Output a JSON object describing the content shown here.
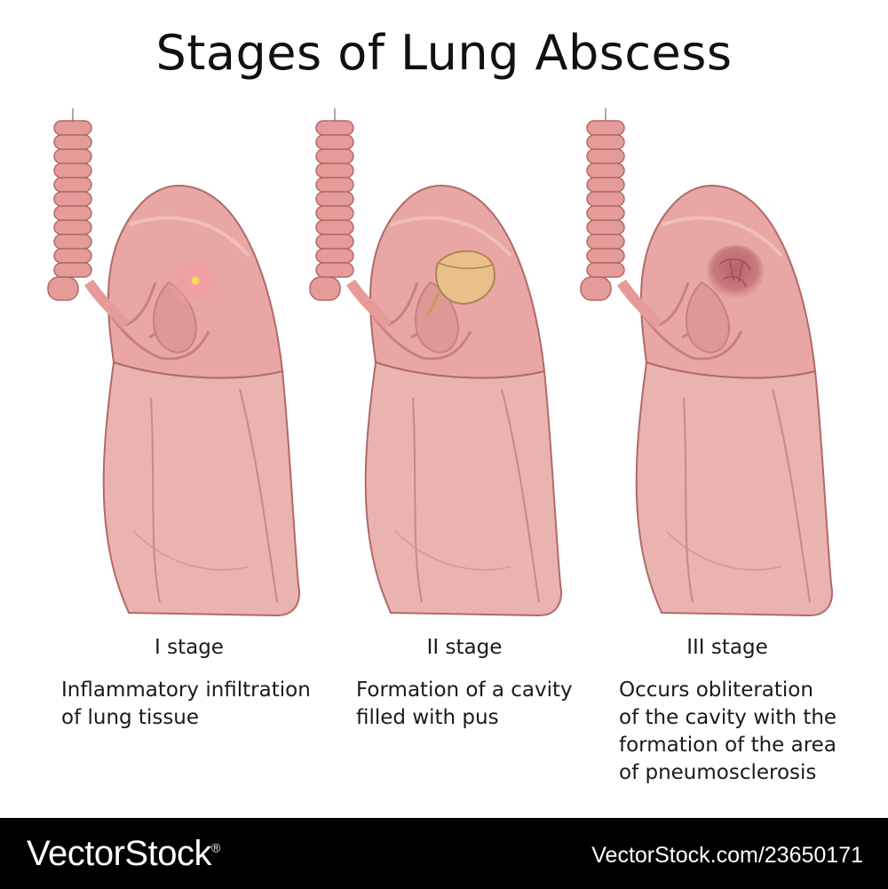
{
  "title": "Stages of Lung Abscess",
  "stages": [
    {
      "label": "I stage",
      "description_lines": [
        "Inflammatory infiltration",
        "of lung tissue"
      ],
      "lesion": "inflammatory-infiltrate"
    },
    {
      "label": "II stage",
      "description_lines": [
        "Formation of a cavity",
        "filled with pus"
      ],
      "lesion": "pus-filled-cavity"
    },
    {
      "label": "III stage",
      "description_lines": [
        "Occurs obliteration",
        "of the cavity with the",
        "formation of the area",
        "of pneumosclerosis"
      ],
      "lesion": "pneumosclerosis-area"
    }
  ],
  "footer": {
    "brand": "VectorStock",
    "brand_mark": "®",
    "image_id": "VectorStock.com/23650171"
  },
  "colors": {
    "lung_upper": "#e8a7a4",
    "lung_lower": "#e9b3b0",
    "lung_outline": "#b06a6a",
    "trachea": "#e59b98",
    "pus": "#e8c08a",
    "footer_bg": "#000000"
  }
}
